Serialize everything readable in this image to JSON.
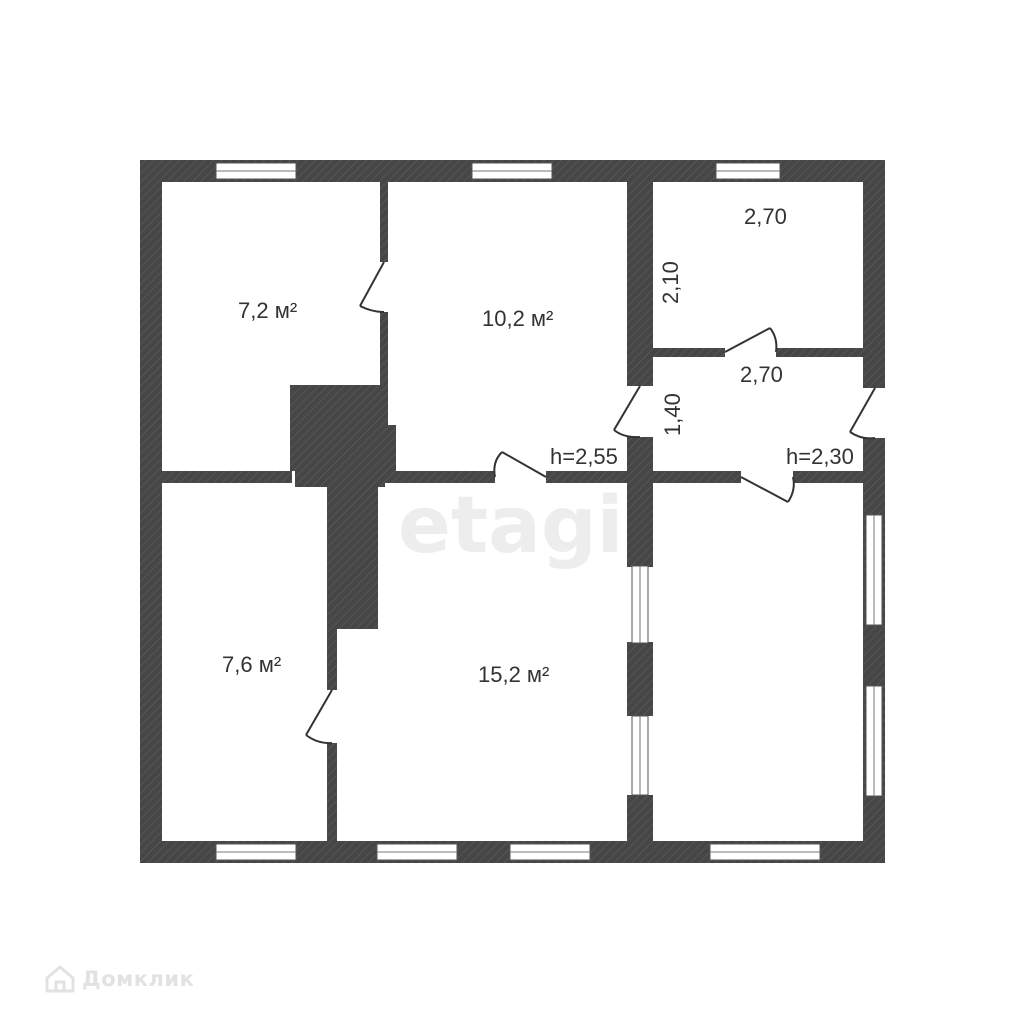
{
  "rooms": [
    {
      "area": "7,2 м²"
    },
    {
      "area": "10,2 м²"
    },
    {
      "area": "7,6 м²"
    },
    {
      "area": "15,2 м²"
    }
  ],
  "dimensions": {
    "top_right_room_width": "2,70",
    "top_right_room_height": "2,10",
    "hall_width": "2,70",
    "hall_height": "1,40"
  },
  "ceiling_heights": {
    "left": "h=2,55",
    "right": "h=2,30"
  },
  "watermark": "etagi",
  "brand": {
    "icon": "house-icon",
    "text": "Домклик"
  },
  "colors": {
    "wall": "#464646",
    "window": "#ffffff",
    "label": "#333333"
  }
}
